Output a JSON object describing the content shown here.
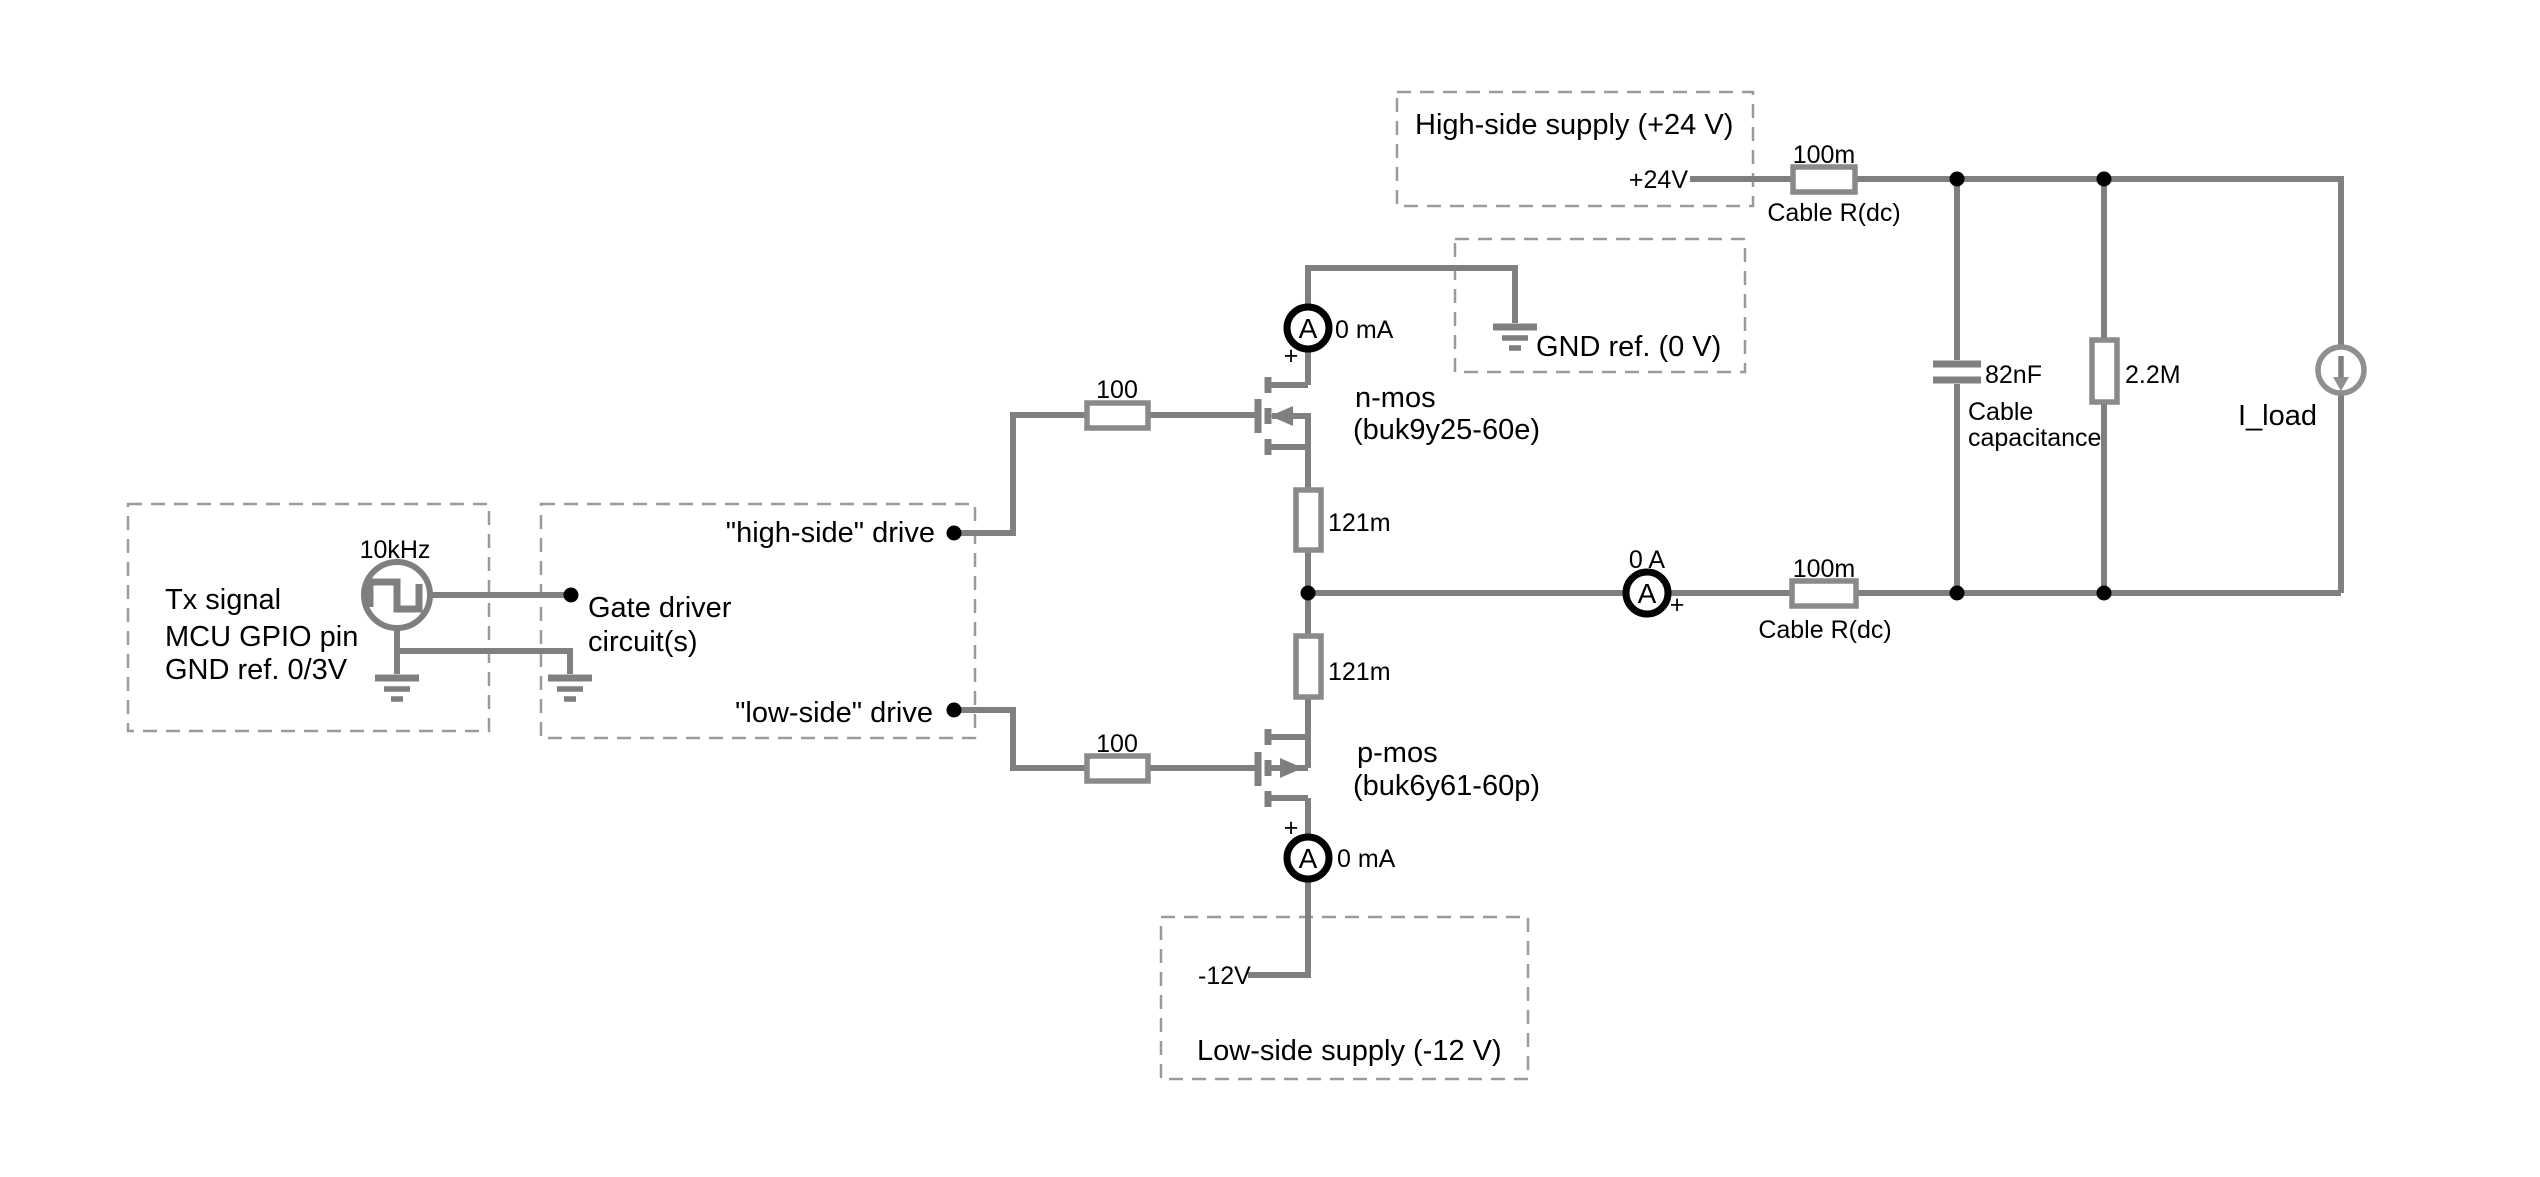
{
  "boxes": {
    "tx": {
      "line1": "Tx signal",
      "line2": "MCU GPIO pin",
      "line3": "GND ref. 0/3V"
    },
    "gate_driver": {
      "line1": "Gate driver",
      "line2": "circuit(s)",
      "high_side_label": "\"high-side\" drive",
      "low_side_label": "\"low-side\" drive"
    },
    "high_supply": {
      "title": "High-side supply (+24 V)",
      "terminal": "+24V"
    },
    "gnd_ref": {
      "title": "GND ref. (0 V)"
    },
    "low_supply": {
      "title": "Low-side supply (-12 V)",
      "terminal": "-12V"
    }
  },
  "source": {
    "freq": "10kHz"
  },
  "mosfets": {
    "nmos": {
      "name": "n-mos",
      "part": "(buk9y25-60e)"
    },
    "pmos": {
      "name": "p-mos",
      "part": "(buk6y61-60p)"
    }
  },
  "resistors": {
    "gate_high": "100",
    "gate_low": "100",
    "sense_high": "121m",
    "sense_low": "121m",
    "cable_supply": "100m",
    "cable_supply_label": "Cable R(dc)",
    "cable_out": "100m",
    "cable_out_label": "Cable R(dc)",
    "bleed": "2.2M"
  },
  "capacitor": {
    "value": "82nF",
    "label_line1": "Cable",
    "label_line2": "capacitance"
  },
  "meters": {
    "high": {
      "letter": "A",
      "reading": "0 mA",
      "polarity": "+"
    },
    "low": {
      "letter": "A",
      "reading": "0 mA",
      "polarity": "+"
    },
    "out": {
      "letter": "A",
      "reading": "0 A",
      "polarity": "+"
    }
  },
  "load": {
    "label": "I_load"
  },
  "colors": {
    "wire": "#7f7f7f",
    "dashed_box": "#9a9a9a",
    "meter_stroke": "#000000",
    "text": "#000000",
    "background": "#ffffff"
  }
}
